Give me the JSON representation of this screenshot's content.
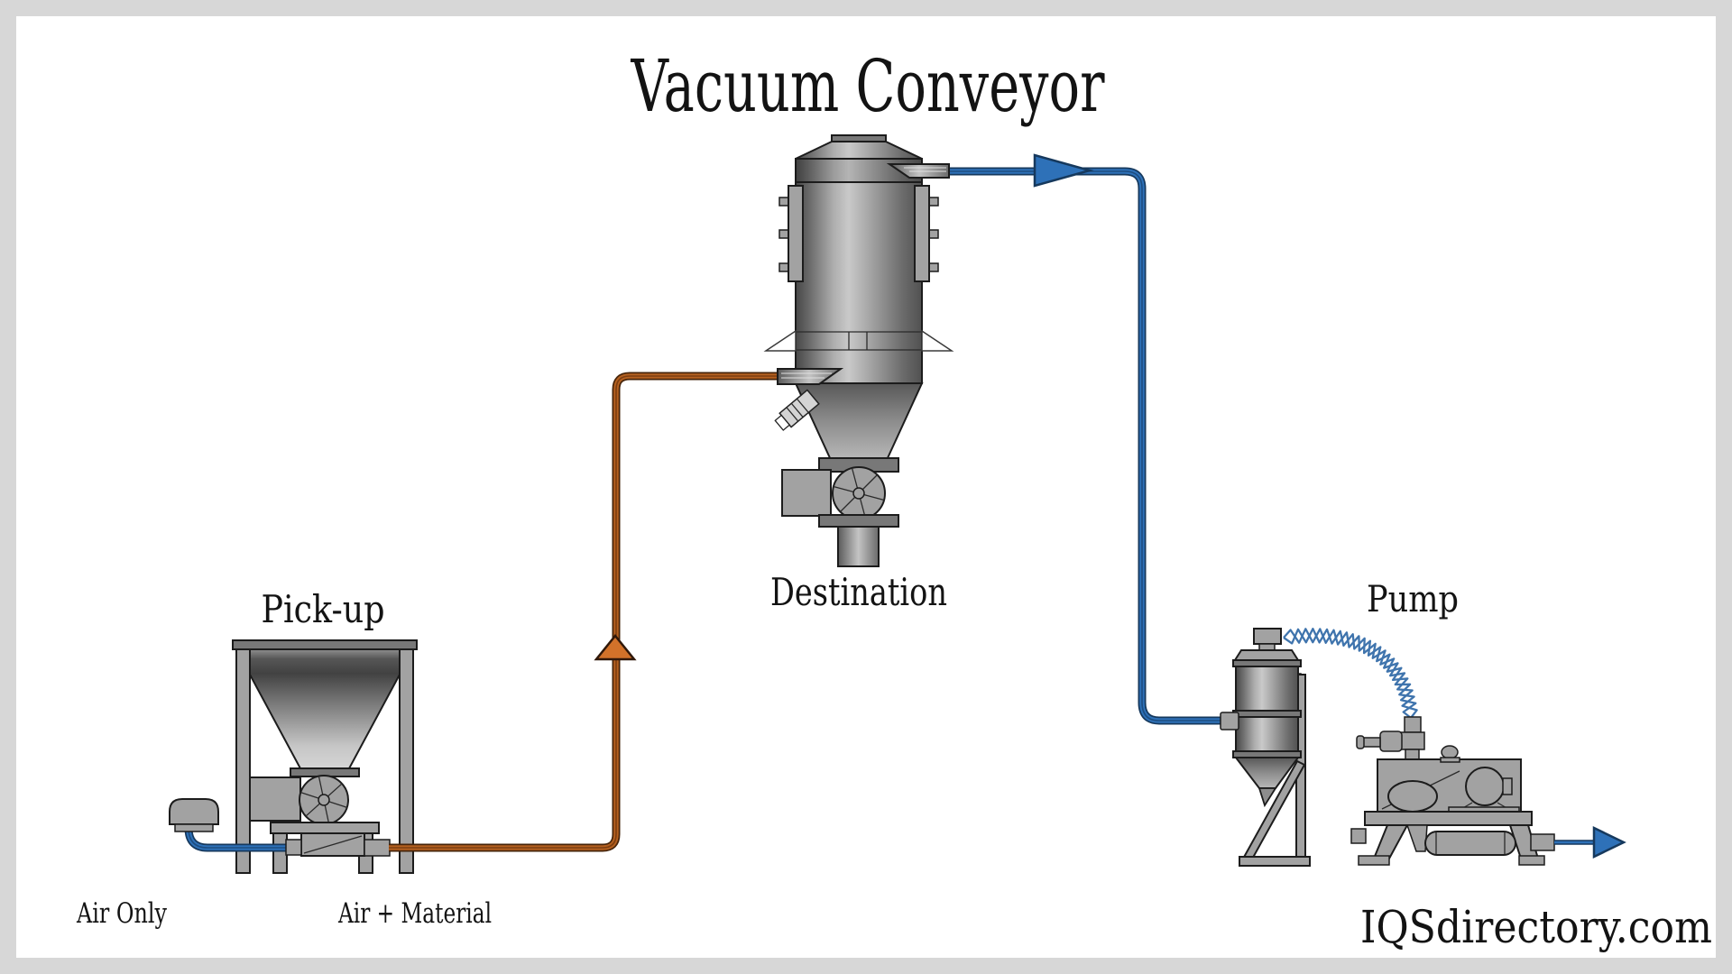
{
  "title": "Vacuum Conveyor",
  "watermark": "IQSdirectory.com",
  "labels": {
    "pickup": "Pick-up",
    "destination": "Destination",
    "pump": "Pump",
    "air_only": "Air Only",
    "air_material": "Air + Material"
  },
  "legend": {
    "air_only_line_color": "#2e71b8",
    "air_material_line_color": "#b4601f"
  },
  "colors": {
    "background": "#ffffff",
    "border": "#d7d7d7",
    "text": "#131313",
    "component": "#a2a2a2",
    "component_outline": "#1c1c1c",
    "air_line": "#2e71b8",
    "air_line_dark": "#16395d",
    "material_line": "#b4601f",
    "material_line_dark": "#46240a",
    "material_arrow": "#d2722a",
    "hose": "#3f74ad"
  }
}
